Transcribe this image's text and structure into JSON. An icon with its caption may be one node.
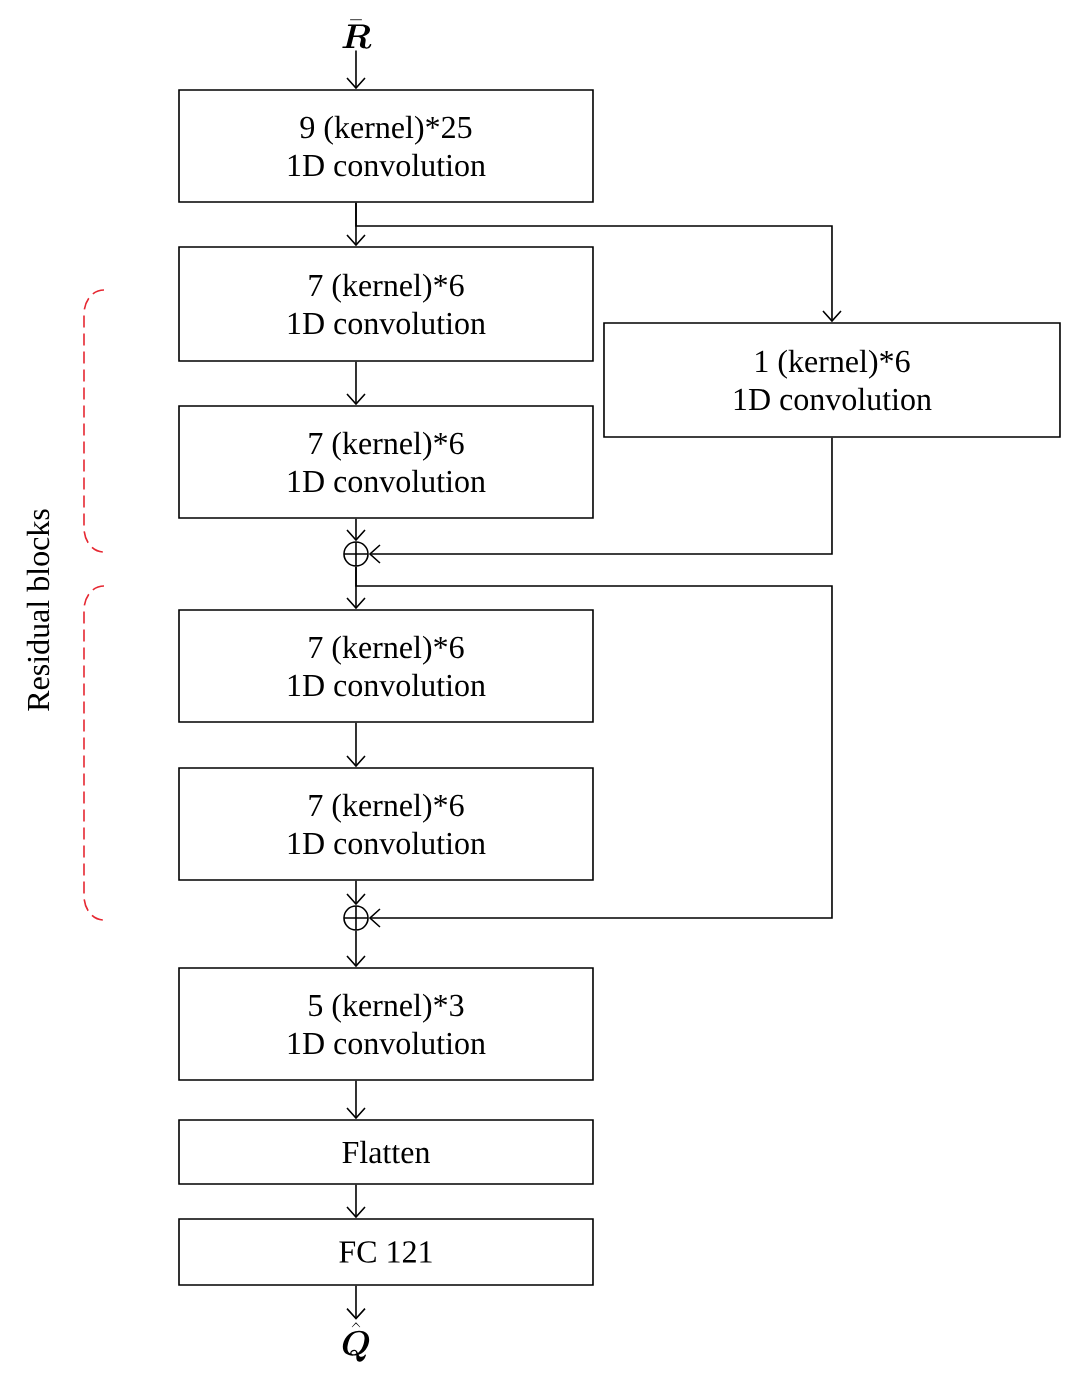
{
  "diagram": {
    "nodes": [
      {
        "text": [
          "\\bar{\\boldsymbol{R}}"
        ]
      },
      {
        "text": [
          "9 (kernel)*25",
          "1D convolution"
        ]
      },
      {
        "text": [
          "7 (kernel)*6",
          "1D convolution"
        ]
      },
      {
        "text": [
          "7 (kernel)*6",
          "1D convolution"
        ]
      },
      {
        "text": [
          "1 (kernel)*6",
          "1D convolution"
        ]
      },
      {
        "text": [],
        "shape": "circle"
      },
      {
        "text": [
          "7 (kernel)*6",
          "1D convolution"
        ]
      },
      {
        "text": [
          "7 (kernel)*6",
          "1D convolution"
        ]
      },
      {
        "text": [],
        "shape": "circle"
      },
      {
        "text": [
          "5 (kernel)*3",
          "1D convolution"
        ]
      },
      {
        "text": [
          "Flatten"
        ]
      },
      {
        "text": [
          "FC 121"
        ]
      },
      {
        "text": [
          "\\hat{\\boldsymbol{Q}}"
        ]
      }
    ],
    "edges": [
      {
        "from": 0,
        "to": 1,
        "arrow": "to"
      },
      {
        "from": 1,
        "to": 2,
        "arrow": "to"
      },
      {
        "from": 1,
        "to": 4,
        "arrow": "to"
      },
      {
        "from": 2,
        "to": 3,
        "arrow": "to"
      },
      {
        "from": 3,
        "to": 5,
        "arrow": "to"
      },
      {
        "from": 4,
        "to": 5,
        "arrow": "to"
      },
      {
        "from": 5,
        "to": 6,
        "arrow": "to"
      },
      {
        "from": 5,
        "to": 8,
        "arrow": "to"
      },
      {
        "from": 6,
        "to": 7,
        "arrow": "to"
      },
      {
        "from": 7,
        "to": 8,
        "arrow": "to"
      },
      {
        "from": 8,
        "to": 9,
        "arrow": "to"
      },
      {
        "from": 9,
        "to": 10,
        "arrow": "to"
      },
      {
        "from": 10,
        "to": 11,
        "arrow": "to"
      },
      {
        "from": 11,
        "to": 12,
        "arrow": "to"
      }
    ],
    "labels": [
      "Residual blocks"
    ]
  }
}
